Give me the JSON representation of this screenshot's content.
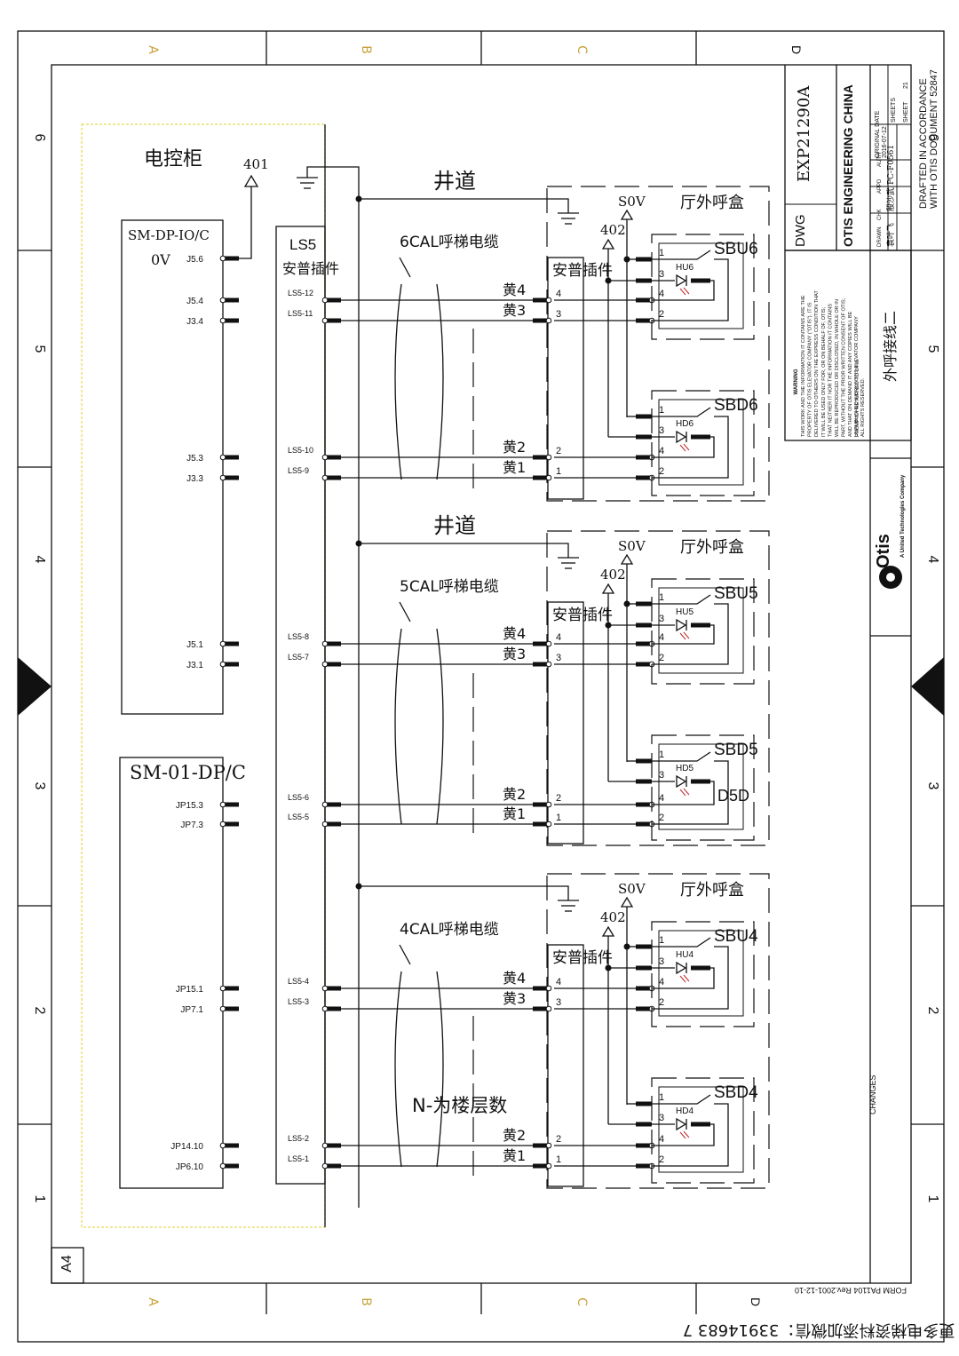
{
  "frame": {
    "top_letters": [
      "A",
      "B",
      "C",
      "D"
    ],
    "bottom_letters": [
      "A",
      "B",
      "C",
      "D"
    ],
    "side_numbers": [
      "6",
      "5",
      "4",
      "3",
      "2",
      "1"
    ],
    "sheet_size": "A4"
  },
  "title_block": {
    "dwg_label": "DWG",
    "dwg_number": "EXP21290A",
    "company": "OTIS ENGINEERING CHINA",
    "original_date_label": "ORIGINAL DATE",
    "original_date": "2016-07-12",
    "sheets_label": "SHEETS",
    "sheet_label": "SHEET",
    "sheet_value": "21",
    "drawn_label": "DRAWN",
    "drawn_value": "袁叶飞",
    "chk_label": "CHK",
    "chk_value": "殷沙武",
    "appd_label": "APPD",
    "appd_value": "PC-F0561",
    "auth_label": "AUTH",
    "drafted_line1": "DRAFTED IN ACCORDANCE",
    "drafted_line2": "WITH OTIS DOCUMENT 52847",
    "warning_title": "WARNING",
    "warning_lines": [
      "THIS WORK AND THE INFORMATION IT CONTAINS ARE THE",
      "PROPERTY OF OTIS ELEVATOR COMPANY (\"OTIS\"). IT IS",
      "DELIVERED TO OTHERS ON THE EXPRESS CONDITION THAT",
      "IT WILL BE USED ONLY FOR, OR ON BEHALF OF, OTIS;",
      "THAT NEITHER IT NOR THE INFORMATION IT CONTAINS",
      "WILL BE REPRODUCED OR DISCLOSED, IN WHOLE OR IN",
      "PART, WITHOUT THE PRIOR WRITTEN CONSENT OF OTIS;",
      "AND THAT ON DEMAND IT AND ANY COPIES WILL BE",
      "PROMPTLY RETURNED TO OTIS."
    ],
    "unpublished_lines": [
      "UNPUBLISHED WORK©OTIS ELEVATOR COMPANY",
      "ALL RIGHTS RESERVED."
    ],
    "drawing_title": "外呼接线二",
    "logo_text": "Otis",
    "logo_sub": "A United Technologies Company",
    "changes_label": "CHANGES",
    "form_text": "FORM PA1104  Rev.2001-12-10"
  },
  "left": {
    "cabinet_label": "电控柜",
    "terminal_401": "401",
    "board1": "SM-DP-IO/C",
    "zero_v": "0V",
    "board2": "SM-01-DP/C",
    "ls5_label": "LS5",
    "amp_label": "安普插件",
    "pins": [
      "J5.6",
      "J5.4",
      "J3.4",
      "J5.3",
      "J3.3",
      "J5.1",
      "J3.1",
      "JP15.3",
      "JP7.3",
      "JP15.1",
      "JP7.1",
      "JP14.10",
      "JP6.10"
    ],
    "ls5_pins": [
      "LS5-12",
      "LS5-11",
      "LS5-10",
      "LS5-9",
      "LS5-8",
      "LS5-7",
      "LS5-6",
      "LS5-5",
      "LS5-4",
      "LS5-3",
      "LS5-2",
      "LS5-1"
    ]
  },
  "floors": [
    {
      "hoistway": "井道",
      "cable": "6CAL呼梯电缆",
      "s0v": "S0V",
      "hall_box": "厅外呼盒",
      "terminal_402": "402",
      "amp": "安普插件",
      "wire_upper": [
        "黄4",
        "黄3"
      ],
      "wire_lower": [
        "黄2",
        "黄1"
      ],
      "pin_upper": [
        "4",
        "3"
      ],
      "pin_lower": [
        "2",
        "1"
      ],
      "up_button": "SBU6",
      "up_lamp": "HU6",
      "down_button": "SBD6",
      "down_lamp": "HD6",
      "extra": ""
    },
    {
      "hoistway": "井道",
      "cable": "5CAL呼梯电缆",
      "s0v": "S0V",
      "hall_box": "厅外呼盒",
      "terminal_402": "402",
      "amp": "安普插件",
      "wire_upper": [
        "黄4",
        "黄3"
      ],
      "wire_lower": [
        "黄2",
        "黄1"
      ],
      "pin_upper": [
        "4",
        "3"
      ],
      "pin_lower": [
        "2",
        "1"
      ],
      "up_button": "SBU5",
      "up_lamp": "HU5",
      "down_button": "SBD5",
      "down_lamp": "HD5",
      "extra": "D5D"
    },
    {
      "hoistway": "",
      "cable": "4CAL呼梯电缆",
      "s0v": "S0V",
      "hall_box": "厅外呼盒",
      "terminal_402": "402",
      "amp": "安普插件",
      "wire_upper": [
        "黄4",
        "黄3"
      ],
      "wire_lower": [
        "黄2",
        "黄1"
      ],
      "pin_upper": [
        "4",
        "3"
      ],
      "pin_lower": [
        "2",
        "1"
      ],
      "up_button": "SBU4",
      "up_lamp": "HU4",
      "down_button": "SBD4",
      "down_lamp": "HD4",
      "extra": ""
    }
  ],
  "note": "N-为楼层数",
  "watermark": "更多电梯资料添加微信：33914683 7"
}
